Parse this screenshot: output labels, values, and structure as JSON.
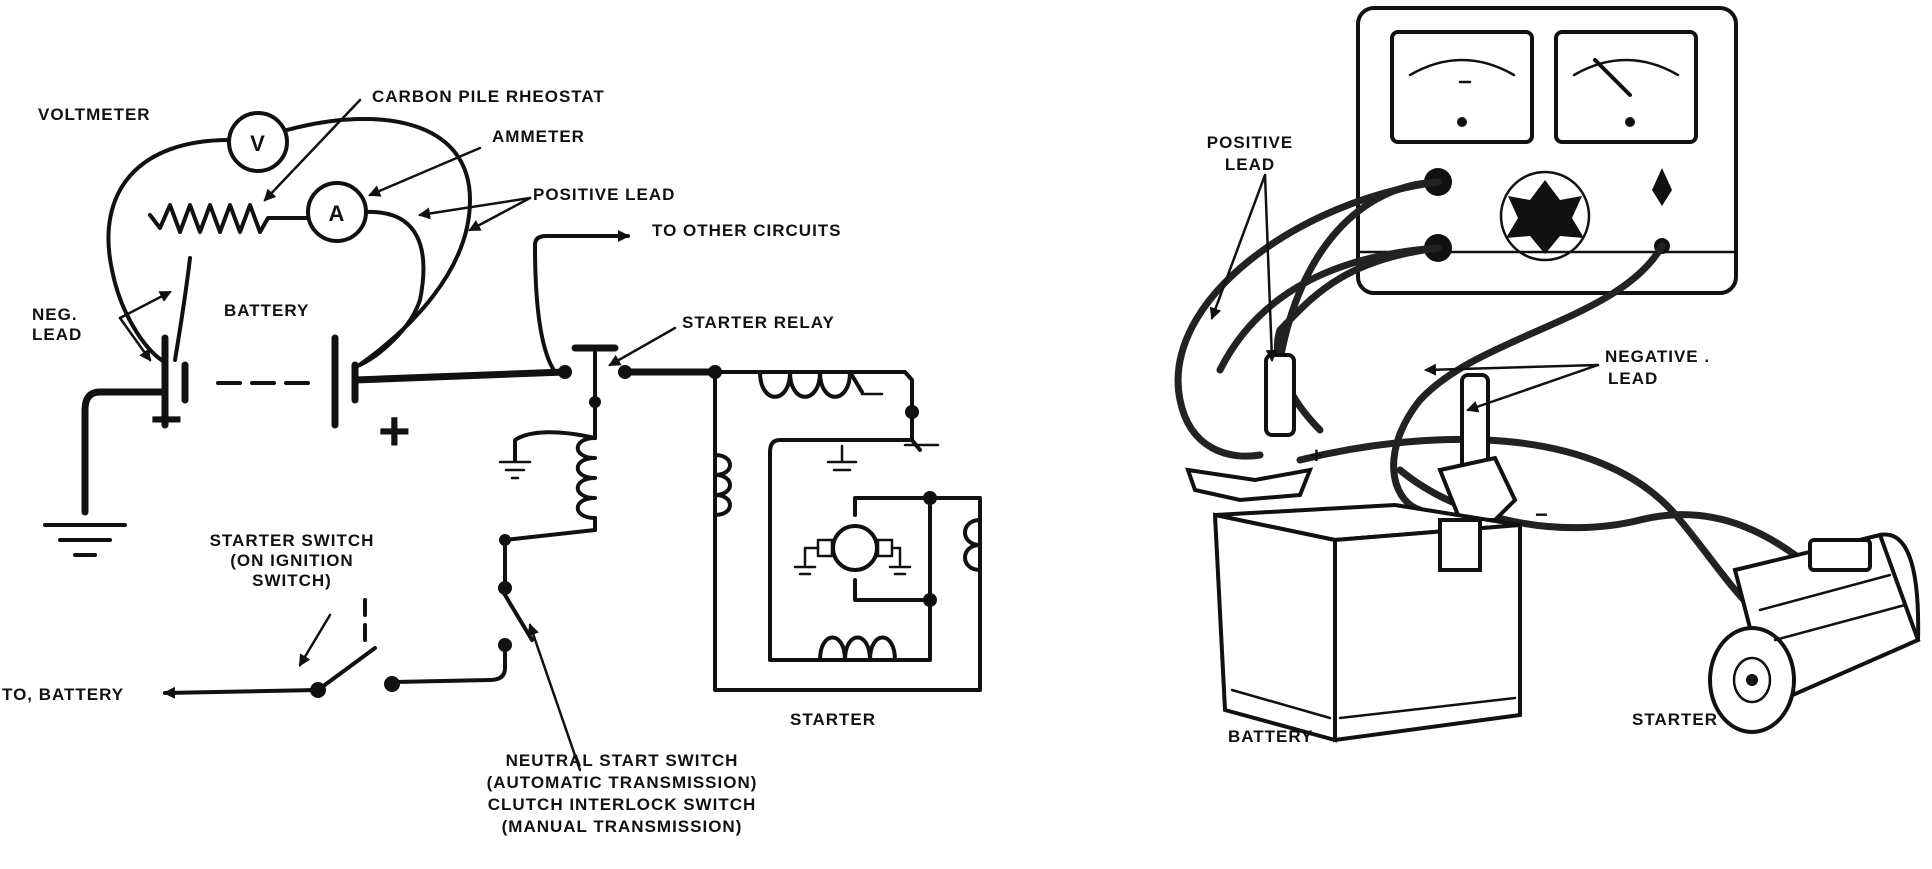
{
  "left_diagram": {
    "labels": {
      "voltmeter": "VOLTMETER",
      "carbon_pile_rheostat": "CARBON PILE RHEOSTAT",
      "ammeter": "AMMETER",
      "positive_lead": "POSITIVE LEAD",
      "to_other_circuits": "TO OTHER CIRCUITS",
      "neg_lead_line1": "NEG.",
      "neg_lead_line2": "LEAD",
      "battery": "BATTERY",
      "starter_relay": "STARTER RELAY",
      "starter_switch_line1": "STARTER SWITCH",
      "starter_switch_line2": "(ON IGNITION",
      "starter_switch_line3": "SWITCH)",
      "to_battery": "TO, BATTERY",
      "starter": "STARTER",
      "neutral_line1": "NEUTRAL START SWITCH",
      "neutral_line2": "(AUTOMATIC TRANSMISSION)",
      "neutral_line3": "CLUTCH INTERLOCK SWITCH",
      "neutral_line4": "(MANUAL TRANSMISSION)"
    },
    "symbols": {
      "voltmeter": "V",
      "ammeter": "A",
      "minus": "−",
      "plus": "+"
    }
  },
  "right_diagram": {
    "labels": {
      "positive_lead_line1": "POSITIVE",
      "positive_lead_line2": "LEAD",
      "negative_lead_line1": "NEGATIVE .",
      "negative_lead_line2": "LEAD",
      "battery": "BATTERY",
      "starter": "STARTER"
    },
    "symbols": {
      "plus": "+",
      "minus": "−"
    }
  }
}
